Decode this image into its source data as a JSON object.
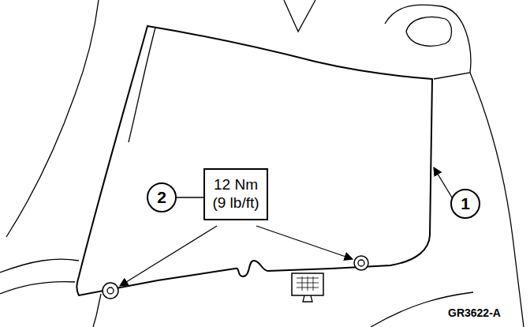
{
  "diagram": {
    "nodes": [
      {
        "text": [
          "2"
        ]
      },
      {
        "text": [
          "12 Nm (9 lb/ft)"
        ]
      },
      {
        "text": [
          "1"
        ]
      }
    ],
    "edges": [
      {
        "from": 0,
        "to": 1,
        "arrow": "none"
      }
    ],
    "labels": [
      "GR3622-A"
    ]
  }
}
